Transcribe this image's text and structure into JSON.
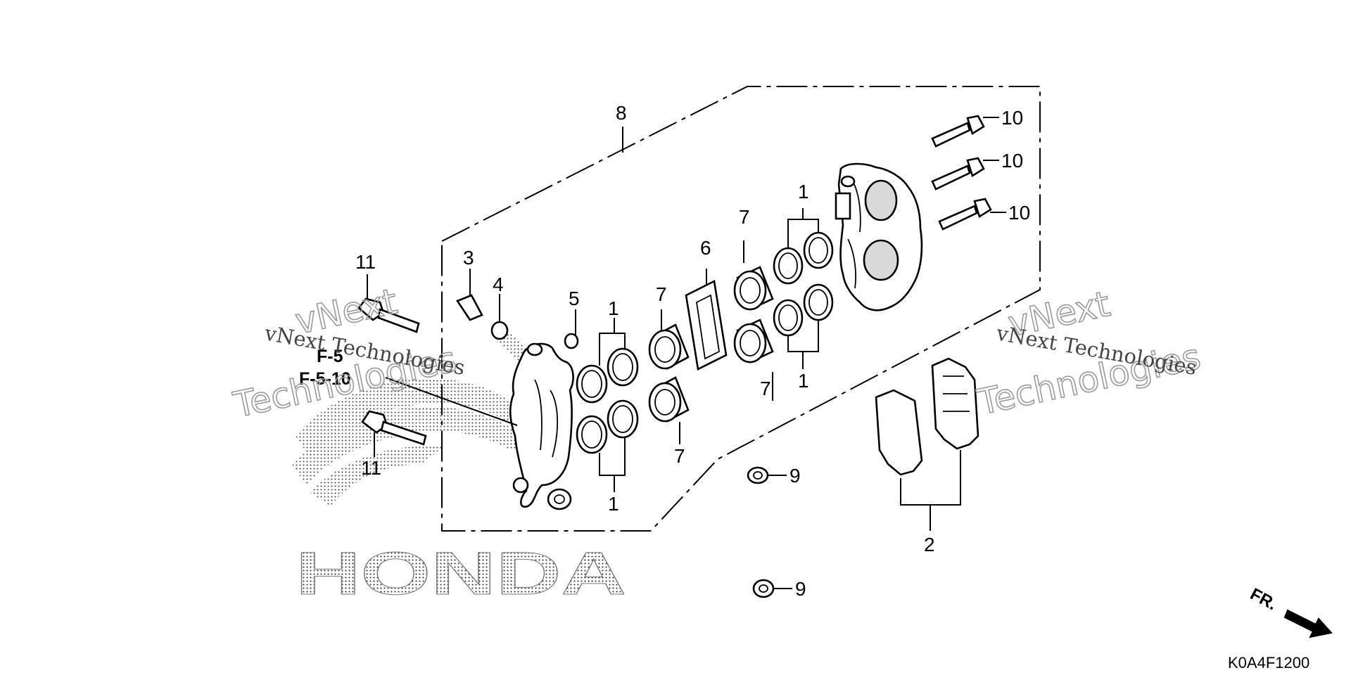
{
  "diagram": {
    "callouts": [
      {
        "id": "c8",
        "label": "8"
      },
      {
        "id": "c10a",
        "label": "10"
      },
      {
        "id": "c10b",
        "label": "10"
      },
      {
        "id": "c10c",
        "label": "10"
      },
      {
        "id": "c1a",
        "label": "1"
      },
      {
        "id": "c7a",
        "label": "7"
      },
      {
        "id": "c1b",
        "label": "1"
      },
      {
        "id": "c7b",
        "label": "7"
      },
      {
        "id": "c6",
        "label": "6"
      },
      {
        "id": "c1c",
        "label": "1"
      },
      {
        "id": "c7c",
        "label": "7"
      },
      {
        "id": "c1d",
        "label": "1"
      },
      {
        "id": "c11a",
        "label": "11"
      },
      {
        "id": "c3",
        "label": "3"
      },
      {
        "id": "c4",
        "label": "4"
      },
      {
        "id": "c5",
        "label": "5"
      },
      {
        "id": "c7d",
        "label": "7"
      },
      {
        "id": "c11b",
        "label": "11"
      },
      {
        "id": "c9a",
        "label": "9"
      },
      {
        "id": "c2",
        "label": "2"
      },
      {
        "id": "c9b",
        "label": "9"
      }
    ],
    "references": [
      "F-5",
      "F-5-10"
    ],
    "watermark_text": [
      "vNext",
      "Technologies"
    ],
    "watermark_small": "vNext Technologies",
    "brand_logo_text": "HONDA",
    "direction_label": "FR.",
    "diagram_code": "K0A4F1200"
  }
}
